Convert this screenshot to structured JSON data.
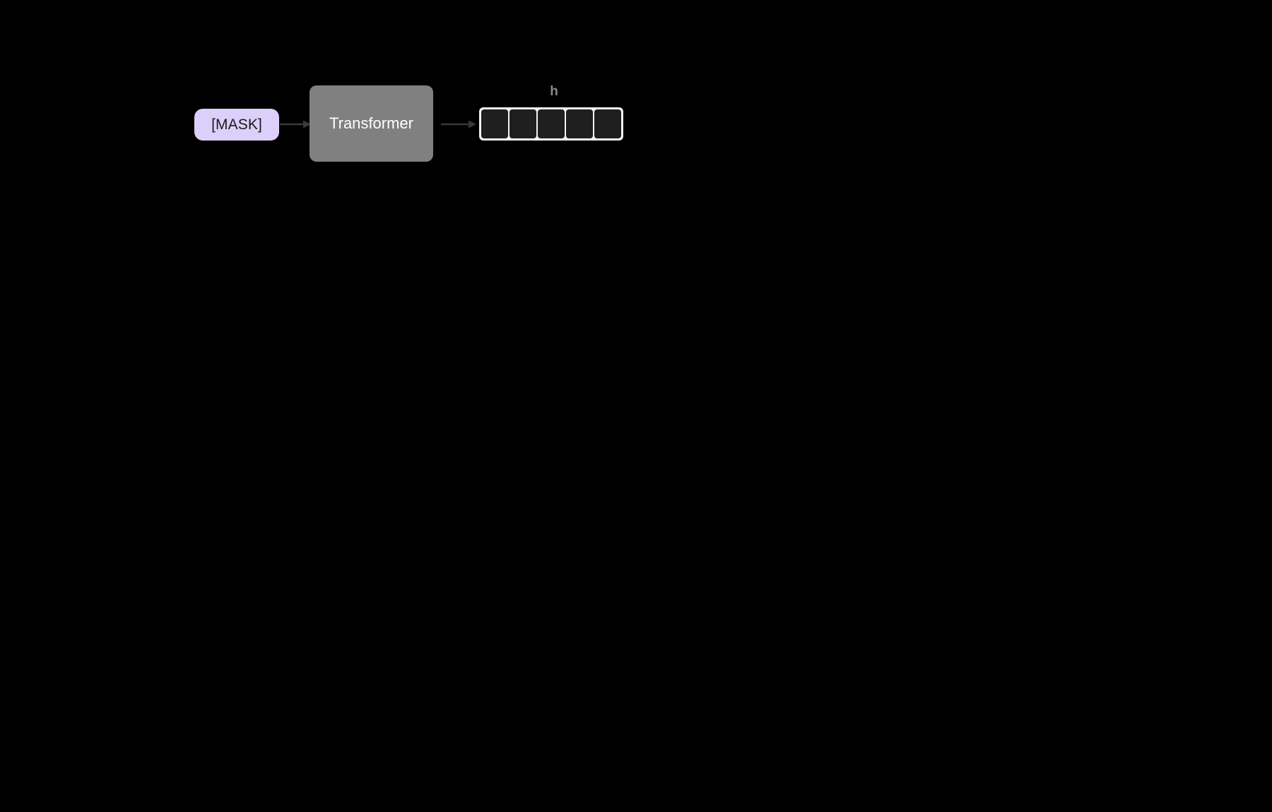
{
  "diagram": {
    "background_color": "#000000",
    "title": "",
    "input": {
      "token_label": "[MASK]",
      "fill_color": "#DCD0FA",
      "text_color": "#1a1a1a"
    },
    "arrows": [
      {
        "name": "mask-to-transformer",
        "color": "#3a3a3a"
      },
      {
        "name": "transformer-to-hidden",
        "color": "#3a3a3a"
      }
    ],
    "model": {
      "label": "Transformer",
      "fill_color": "#808080",
      "text_color": "#ffffff"
    },
    "output": {
      "caption": "h",
      "caption_color": "#8a8a8a",
      "cell_count": 5,
      "cell_fill_color": "#1f1f1f",
      "frame_color": "#f2f2f2",
      "cells": [
        "",
        "",
        "",
        "",
        ""
      ]
    }
  }
}
